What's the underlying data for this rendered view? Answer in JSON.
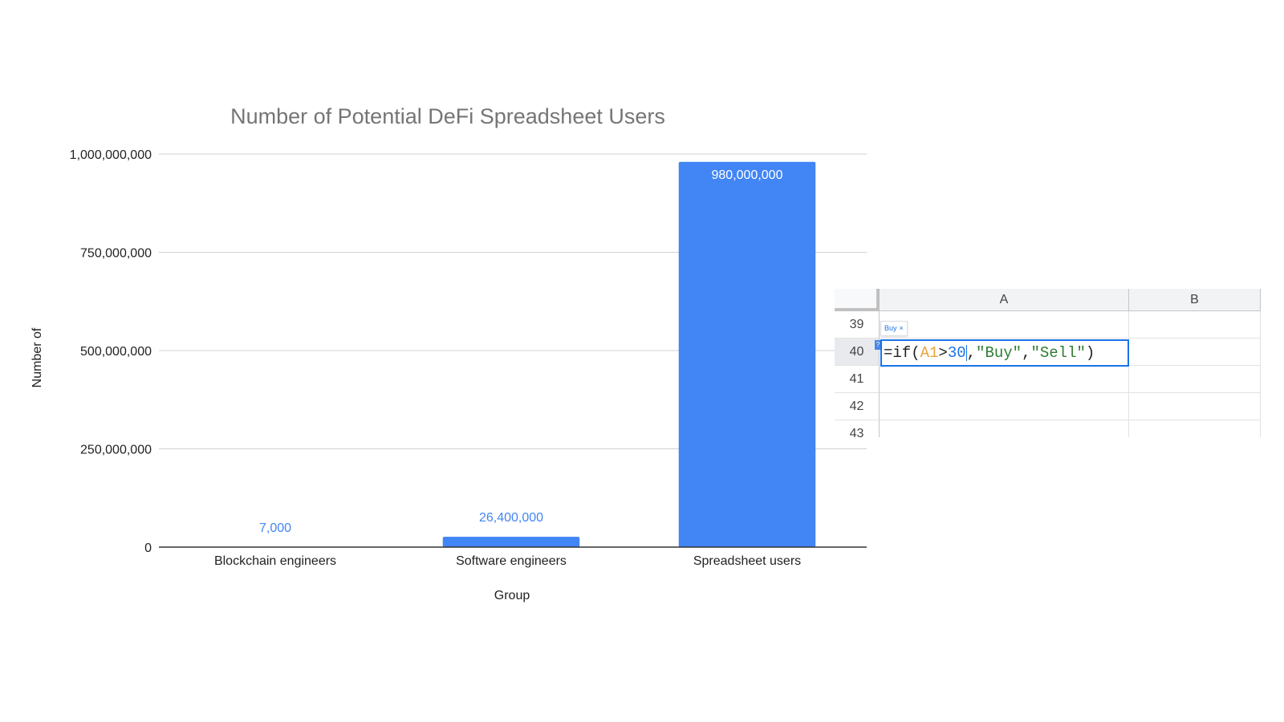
{
  "chart_data": {
    "type": "bar",
    "title": "Number of Potential DeFi Spreadsheet Users",
    "xlabel": "Group",
    "ylabel": "Number of",
    "categories": [
      "Blockchain engineers",
      "Software engineers",
      "Spreadsheet users"
    ],
    "values": [
      7000,
      26400000,
      980000000
    ],
    "data_labels": [
      "7,000",
      "26,400,000",
      "980,000,000"
    ],
    "yticks": [
      0,
      250000000,
      500000000,
      750000000,
      1000000000
    ],
    "ytick_labels": [
      "0",
      "250,000,000",
      "500,000,000",
      "750,000,000",
      "1,000,000,000"
    ],
    "ylim": [
      0,
      1000000000
    ],
    "bar_color": "#4285f4",
    "grid": true,
    "legend": "none"
  },
  "sheet": {
    "columns": [
      "A",
      "B"
    ],
    "rows": [
      "39",
      "40",
      "41",
      "42",
      "43"
    ],
    "active_row": "40",
    "formula_tokens": [
      {
        "text": "=if(",
        "kind": "plain"
      },
      {
        "text": "A1",
        "kind": "ref"
      },
      {
        "text": ">",
        "kind": "plain"
      },
      {
        "text": "30",
        "kind": "num"
      },
      {
        "text": ",",
        "kind": "plain"
      },
      {
        "text": "\"Buy\"",
        "kind": "str"
      },
      {
        "text": ",",
        "kind": "plain"
      },
      {
        "text": "\"Sell\"",
        "kind": "str"
      },
      {
        "text": ")",
        "kind": "plain"
      }
    ],
    "preview_value": "Buy",
    "preview_close": "×",
    "help_badge": "?"
  }
}
